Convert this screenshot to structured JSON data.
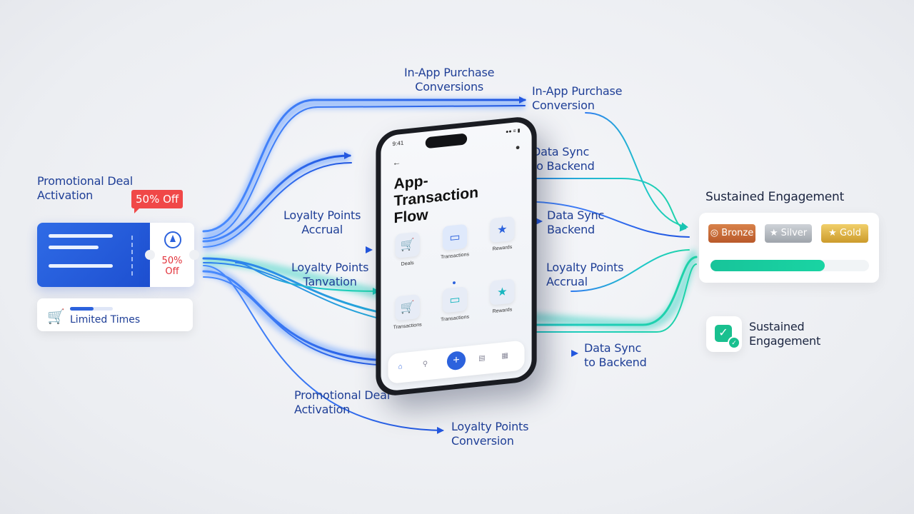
{
  "labels": {
    "promo_activation_left": "Promotional Deal\nActivation",
    "inapp_conversions_top": "In-App Purchase\nConversions",
    "inapp_conversion_right": "In-App Purchase\nConversion",
    "data_sync_1": "Data Sync\nto Backend",
    "data_sync_2": "Data Sync\nBackend",
    "loyalty_accrual_mid": "Loyalty Points\nAccrual",
    "loyalty_tanvation": "Loyalty Points\nTanvation",
    "loyalty_accrual_right": "Loyalty Points\nAccrual",
    "data_sync_3": "Data Sync\nto Backend",
    "promo_activation_bottom": "Promotional Deal\nActivation",
    "loyalty_conversion": "Loyalty Points\nConversion",
    "sustained_engagement_header": "Sustained Engagement",
    "sustained_engagement_bottom": "Sustained\nEngagement"
  },
  "ticket": {
    "badge": "50% Off",
    "stub_text": "50%\nOff",
    "limited_label": "Limited Times",
    "limited_progress": 0.55
  },
  "phone": {
    "time": "9:41",
    "status": "●● ≡ ▮",
    "title": "App-\nTransaction\nFlow",
    "tiles": [
      {
        "label": "Deals",
        "icon": "cart-icon",
        "glyph": "🛒"
      },
      {
        "label": "Transactions",
        "icon": "card-icon",
        "glyph": "▭"
      },
      {
        "label": "Rewards",
        "icon": "star-icon",
        "glyph": "★"
      },
      {
        "label": "Transactions",
        "icon": "cart-icon",
        "glyph": "🛒"
      },
      {
        "label": "Transactions",
        "icon": "card-icon",
        "glyph": "▭"
      },
      {
        "label": "Rewards",
        "icon": "star-icon",
        "glyph": "★"
      }
    ],
    "nav_plus": "+"
  },
  "tiers": {
    "bronze": "Bronze",
    "silver": "Silver",
    "gold": "Gold",
    "progress": 0.72
  },
  "colors": {
    "blue": "#2c62dd",
    "cyan": "#19c7b8",
    "green": "#19c08f",
    "red": "#f04848"
  }
}
